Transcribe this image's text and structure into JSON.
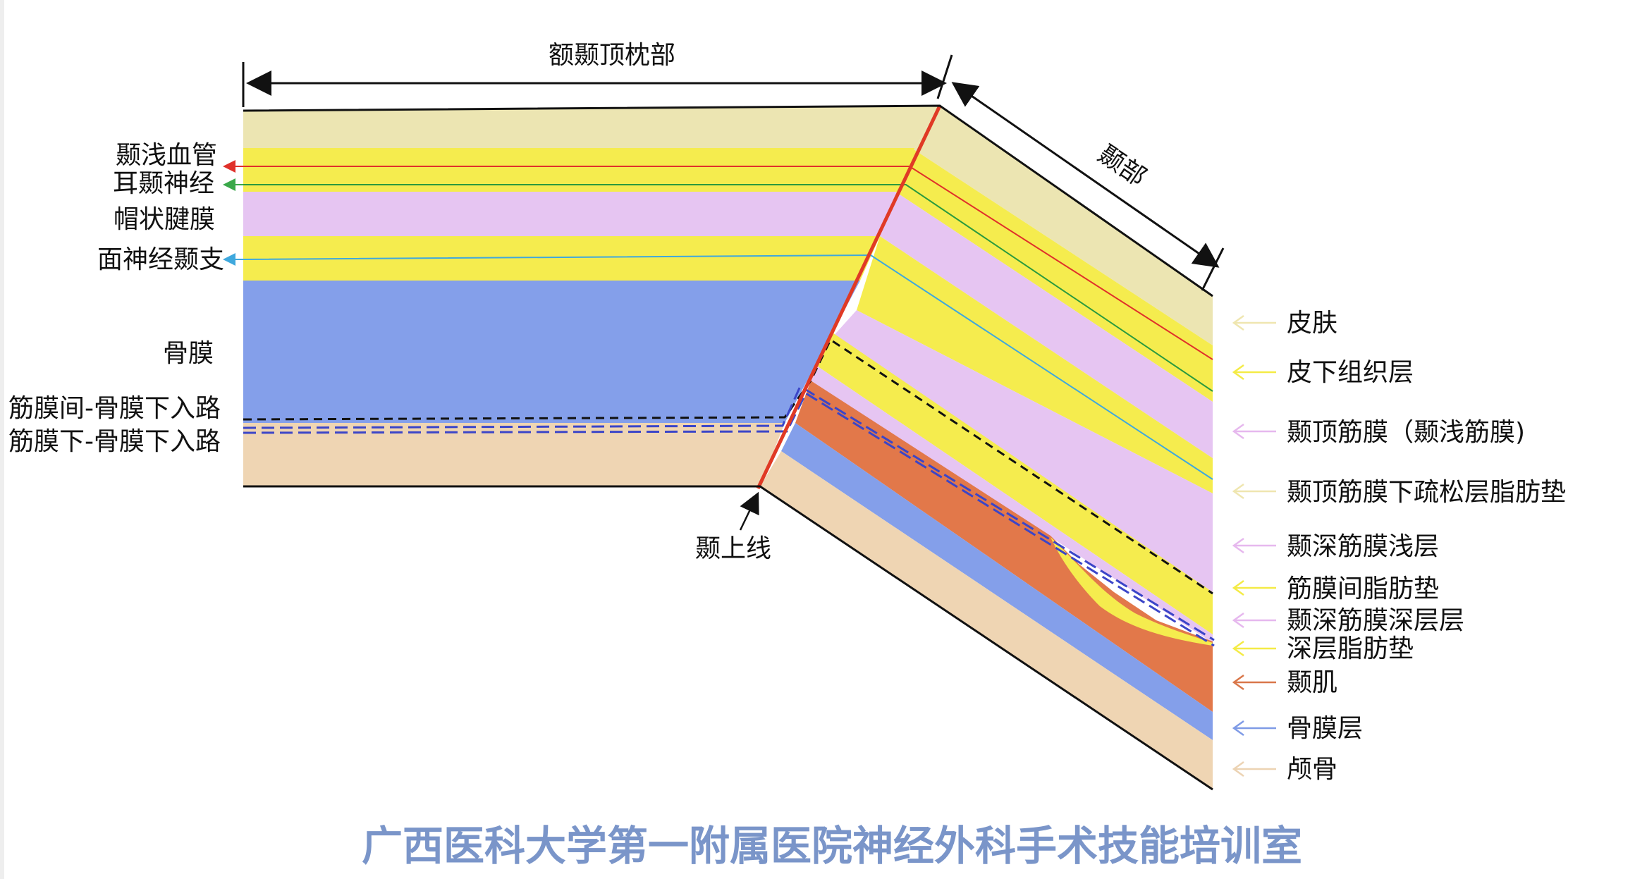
{
  "top_labels": {
    "frontoparietal": "额颞顶枕部",
    "temporal": "颞部",
    "superior_temporal_line": "颞上线"
  },
  "left_labels": [
    {
      "key": "superficial-temporal-vessels",
      "text": "颞浅血管",
      "arrow_color": "#e0302a"
    },
    {
      "key": "auriculotemporal-nerve",
      "text": "耳颞神经",
      "arrow_color": "#3aa84a"
    },
    {
      "key": "galea-aponeurotica",
      "text": "帽状腱膜",
      "arrow_color": ""
    },
    {
      "key": "facial-nerve-temporal-branch",
      "text": "面神经颞支",
      "arrow_color": "#3fa8dd"
    },
    {
      "key": "periosteum",
      "text": "骨膜",
      "arrow_color": ""
    },
    {
      "key": "interfascial-approach",
      "text": "筋膜间-骨膜下入路",
      "arrow_color": ""
    },
    {
      "key": "subfascial-approach",
      "text": "筋膜下-骨膜下入路",
      "arrow_color": ""
    }
  ],
  "right_labels": [
    {
      "key": "skin",
      "text": "皮肤",
      "color": "#efe6b0"
    },
    {
      "key": "subcutaneous",
      "text": "皮下组织层",
      "color": "#f4eb46"
    },
    {
      "key": "temporoparietal-fascia",
      "text": "颞顶筋膜（颞浅筋膜)",
      "color": "#e6b8ee"
    },
    {
      "key": "loose-areolar-fat-pad",
      "text": "颞顶筋膜下疏松层脂肪垫",
      "color": "#efe6b0"
    },
    {
      "key": "deep-temporal-fascia-superficial",
      "text": "颞深筋膜浅层",
      "color": "#e6b8ee"
    },
    {
      "key": "interfascial-fat-pad",
      "text": "筋膜间脂肪垫",
      "color": "#f4eb46"
    },
    {
      "key": "deep-temporal-fascia-deep",
      "text": "颞深筋膜深层层",
      "color": "#e6b8ee"
    },
    {
      "key": "deep-fat-pad",
      "text": "深层脂肪垫",
      "color": "#f4eb46"
    },
    {
      "key": "temporalis-muscle",
      "text": "颞肌",
      "color": "#d9774a"
    },
    {
      "key": "periosteum-layer",
      "text": "骨膜层",
      "color": "#7f9be6"
    },
    {
      "key": "skull",
      "text": "颅骨",
      "color": "#ecd3b3"
    }
  ],
  "layer_colors": {
    "skin": "#ece5b2",
    "fat": "#f5ec4e",
    "fascia": "#e6c5f2",
    "periosteum": "#849fea",
    "bone": "#efd5b3",
    "muscle": "#e2784a",
    "superior_temporal_line": "#e03a25",
    "dashed_black": "#111111",
    "dashed_blue": "#3b45c8"
  },
  "footer": {
    "text": "广西医科大学第一附属医院神经外科手术技能培训室",
    "color": "#7a95c9"
  }
}
